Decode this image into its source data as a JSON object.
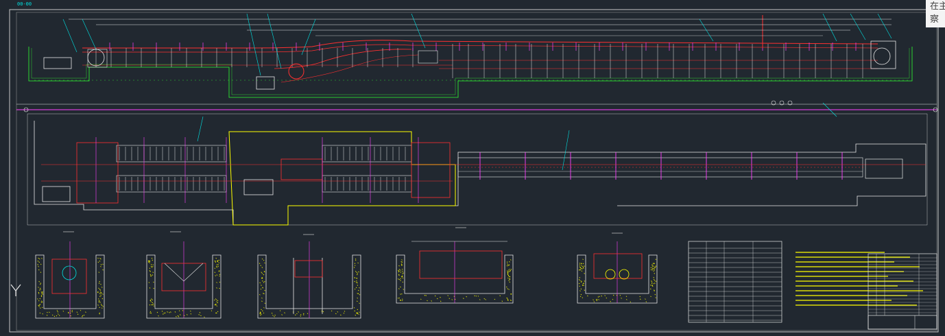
{
  "tab": {
    "label": "00-00"
  },
  "overlay": {
    "line1": "在主",
    "line2": "察"
  },
  "icons": {
    "ucs": "y-axis-ucs-icon"
  },
  "colors": {
    "background": "#212830",
    "white": "#e8e8e8",
    "red": "#ff3030",
    "magenta": "#ff40ff",
    "cyan": "#00e5e5",
    "yellow": "#ffff00",
    "green": "#30ff30",
    "border": "#c8c8c8"
  }
}
